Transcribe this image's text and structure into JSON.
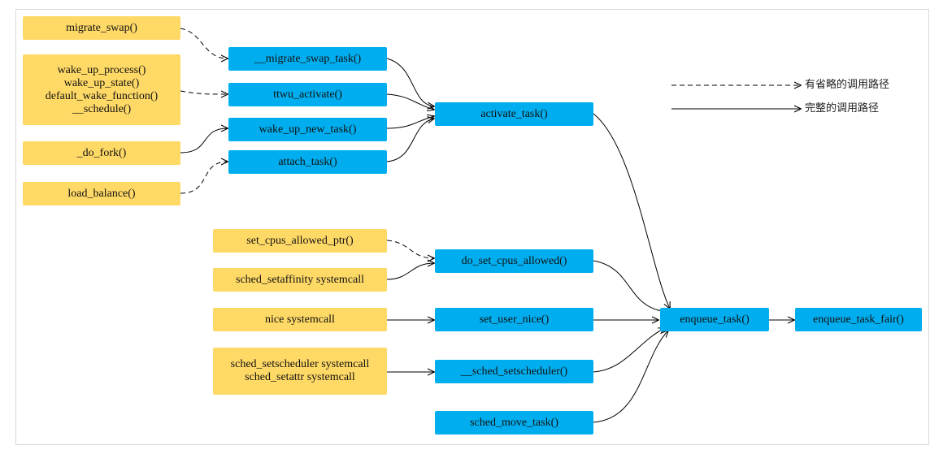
{
  "nodes": {
    "migrate_swap": "migrate_swap()",
    "wake_group": [
      "wake_up_process()",
      "wake_up_state()",
      "default_wake_function()",
      "__schedule()"
    ],
    "do_fork": "_do_fork()",
    "load_balance": "load_balance()",
    "migrate_swap_task": "__migrate_swap_task()",
    "ttwu_activate": "ttwu_activate()",
    "wake_up_new_task": "wake_up_new_task()",
    "attach_task": "attach_task()",
    "activate_task": "activate_task()",
    "set_cpus_allowed_ptr": "set_cpus_allowed_ptr()",
    "sched_setaffinity": "sched_setaffinity systemcall",
    "nice_syscall": "nice systemcall",
    "setscheduler_group": [
      "sched_setscheduler systemcall",
      "sched_setattr systemcall"
    ],
    "do_set_cpus_allowed": "do_set_cpus_allowed()",
    "set_user_nice": "set_user_nice()",
    "sched_setscheduler": "__sched_setscheduler()",
    "sched_move_task": "sched_move_task()",
    "enqueue_task": "enqueue_task()",
    "enqueue_task_fair": "enqueue_task_fair()"
  },
  "legend": {
    "dashed": "有省略的调用路径",
    "solid": "完整的调用路径"
  },
  "colors": {
    "caller": "#ffd966",
    "callee": "#00aeef",
    "line": "#000000"
  }
}
